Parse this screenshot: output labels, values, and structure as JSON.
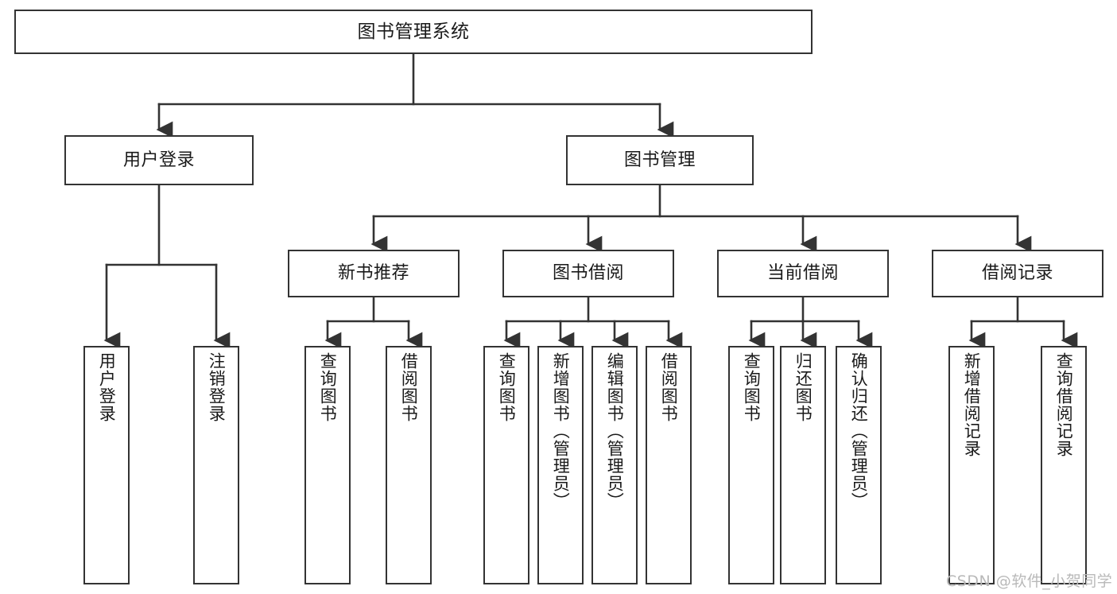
{
  "diagram": {
    "title": "图书管理系统",
    "type": "tree-hierarchy",
    "watermark": "CSDN @软件_小贺同学",
    "colors": {
      "node_border": "#333333",
      "node_fill": "#ffffff",
      "connector": "#333333",
      "text": "#1a1a1a",
      "watermark": "#b9b9b9",
      "background": "#ffffff"
    },
    "nodes": {
      "root": {
        "label": "图书管理系统"
      },
      "level2": [
        {
          "id": "user-login",
          "label": "用户登录"
        },
        {
          "id": "book-manage",
          "label": "图书管理"
        }
      ],
      "level3": [
        {
          "id": "new-book-recommend",
          "label": "新书推荐"
        },
        {
          "id": "book-borrow",
          "label": "图书借阅"
        },
        {
          "id": "current-borrow",
          "label": "当前借阅"
        },
        {
          "id": "borrow-record",
          "label": "借阅记录"
        }
      ],
      "leaves": {
        "user_login": [
          {
            "id": "leaf-user-login",
            "label": "用户登录"
          },
          {
            "id": "leaf-logout-login",
            "label": "注销登录"
          }
        ],
        "new_book_recommend": [
          {
            "id": "leaf-query-book-1",
            "label": "查询图书"
          },
          {
            "id": "leaf-borrow-book-1",
            "label": "借阅图书"
          }
        ],
        "book_borrow": [
          {
            "id": "leaf-query-book-2",
            "label": "查询图书"
          },
          {
            "id": "leaf-add-book",
            "label": "新增图书（管理员）"
          },
          {
            "id": "leaf-edit-book",
            "label": "编辑图书（管理员）"
          },
          {
            "id": "leaf-borrow-book-2",
            "label": "借阅图书"
          }
        ],
        "current_borrow": [
          {
            "id": "leaf-query-book-3",
            "label": "查询图书"
          },
          {
            "id": "leaf-return-book",
            "label": "归还图书"
          },
          {
            "id": "leaf-confirm-return",
            "label": "确认归还（管理员）"
          }
        ],
        "borrow_record": [
          {
            "id": "leaf-add-record",
            "label": "新增借阅记录"
          },
          {
            "id": "leaf-query-record",
            "label": "查询借阅记录"
          }
        ]
      }
    }
  }
}
